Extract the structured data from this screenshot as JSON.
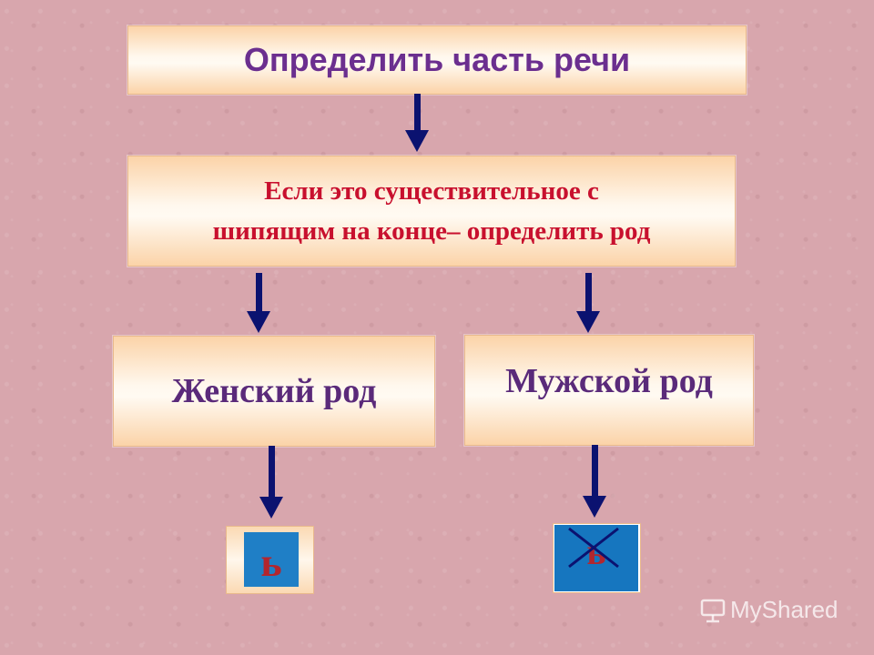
{
  "title": "Определить часть речи",
  "rule": {
    "line1": "Если это существительное с",
    "line2": "шипящим на конце– определить род"
  },
  "branches": {
    "feminine": "Женский род",
    "masculine": "Мужской род"
  },
  "signs": {
    "feminine": "ь",
    "masculine": "ь"
  },
  "watermark": "MyShared",
  "colors": {
    "title_text": "#6b2f8f",
    "rule_text": "#c8102e",
    "branch_text": "#5a2a7a",
    "arrow": "#0b1270",
    "sign_bg": "#1f7fc6"
  },
  "icons": {
    "arrow": "arrow-down-icon",
    "cross": "cross-out-icon",
    "watermark": "presentation-logo-icon"
  }
}
